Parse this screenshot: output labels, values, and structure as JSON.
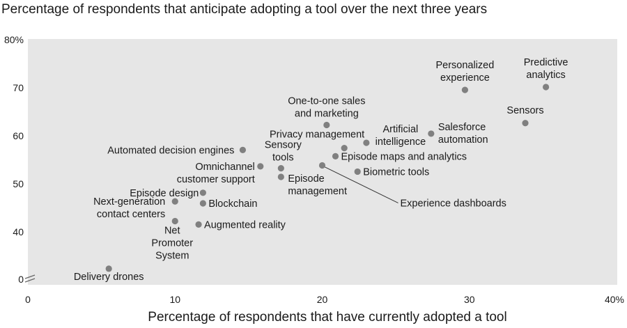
{
  "chart_data": {
    "type": "scatter",
    "title": "Percentage of respondents that anticipate adopting a tool over the next three years",
    "xlabel": "Percentage of respondents that have currently adopted a tool",
    "ylabel": "",
    "xlim": [
      0,
      40
    ],
    "ylim": [
      0,
      80
    ],
    "y_axis_break": "between 0 and 30",
    "x_ticks": [
      "0",
      "10",
      "20",
      "30",
      "40%"
    ],
    "y_ticks": [
      "0",
      "40",
      "50",
      "60",
      "70",
      "80%"
    ],
    "grid": false,
    "point_color": "#808080",
    "plot_background": "#e6e6e6",
    "points": [
      {
        "label": "Predictive analytics",
        "x": 35.2,
        "y": 70.0
      },
      {
        "label": "Personalized experience",
        "x": 29.7,
        "y": 69.4
      },
      {
        "label": "Sensors",
        "x": 33.8,
        "y": 62.5
      },
      {
        "label": "One-to-one sales and marketing",
        "x": 20.3,
        "y": 62.1
      },
      {
        "label": "Salesforce automation",
        "x": 27.4,
        "y": 60.3
      },
      {
        "label": "Artificial intelligence",
        "x": 23.0,
        "y": 58.4
      },
      {
        "label": "Privacy management",
        "x": 21.5,
        "y": 57.3
      },
      {
        "label": "Automated decision engines",
        "x": 14.6,
        "y": 56.9
      },
      {
        "label": "Episode maps and analytics",
        "x": 20.9,
        "y": 55.6
      },
      {
        "label": "Experience dashboards",
        "x": 20.0,
        "y": 53.7
      },
      {
        "label": "Omnichannel customer support",
        "x": 15.8,
        "y": 53.5
      },
      {
        "label": "Sensory tools",
        "x": 17.2,
        "y": 53.1
      },
      {
        "label": "Biometric tools",
        "x": 22.4,
        "y": 52.4
      },
      {
        "label": "Episode management",
        "x": 17.2,
        "y": 51.3
      },
      {
        "label": "Episode design",
        "x": 11.9,
        "y": 48.0
      },
      {
        "label": "Next-generation contact centers",
        "x": 10.0,
        "y": 46.2
      },
      {
        "label": "Blockchain",
        "x": 11.9,
        "y": 45.8
      },
      {
        "label": "Net Promoter System",
        "x": 10.0,
        "y": 42.1
      },
      {
        "label": "Augmented reality",
        "x": 11.6,
        "y": 41.4
      },
      {
        "label": "Delivery drones",
        "x": 5.5,
        "y": 32.2
      }
    ]
  }
}
